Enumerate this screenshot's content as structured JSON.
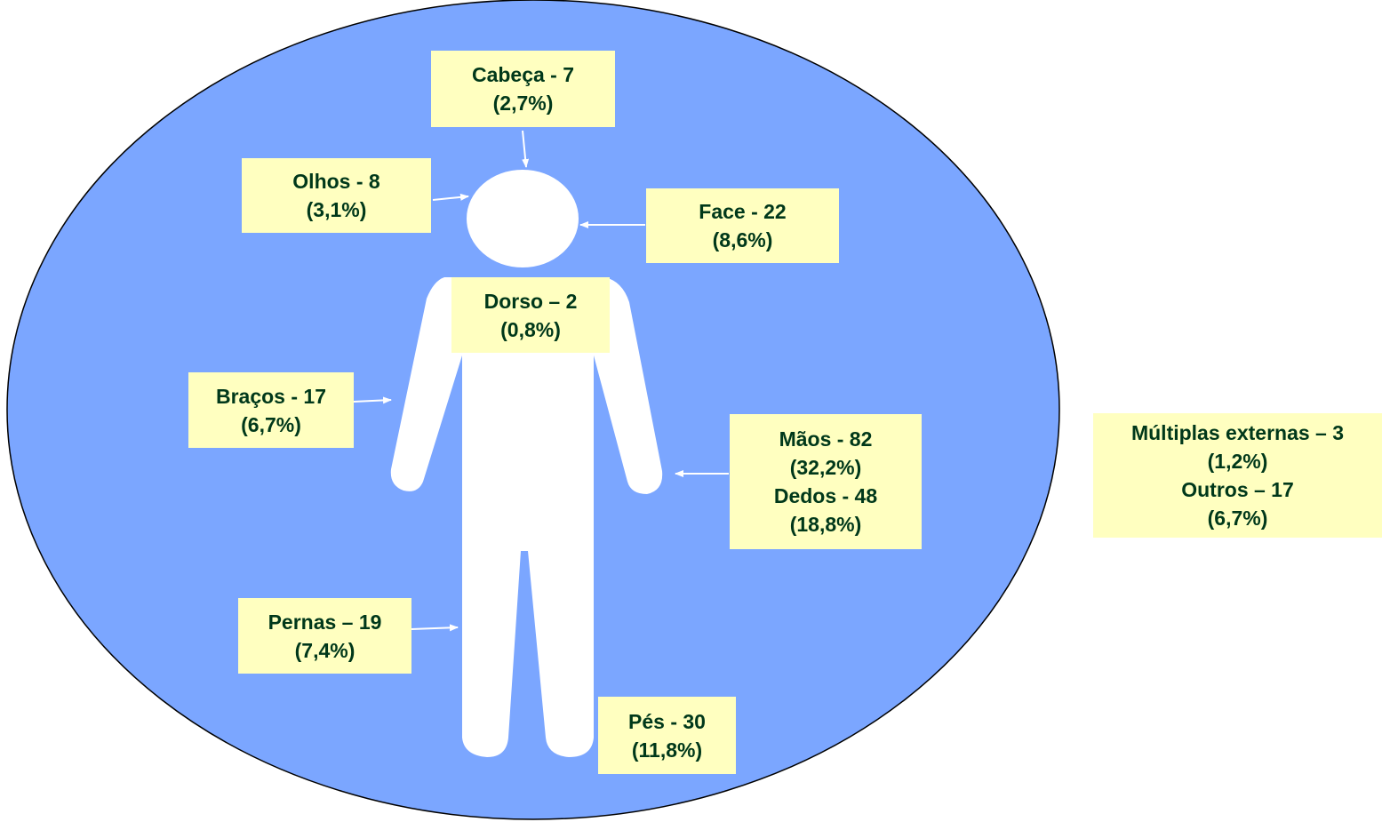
{
  "colors": {
    "ellipse": "#7BA6FF",
    "figure": "#FFFFFF",
    "label_bg": "#FFFFC0",
    "label_text": "#00381A",
    "arrow": "#FFFFFF"
  },
  "labels": {
    "cabeca": {
      "line1": "Cabeça - 7",
      "line2": "(2,7%)"
    },
    "olhos": {
      "line1": "Olhos - 8",
      "line2": "(3,1%)"
    },
    "face": {
      "line1": "Face - 22",
      "line2": "(8,6%)"
    },
    "dorso": {
      "line1": "Dorso – 2",
      "line2": "(0,8%)"
    },
    "bracos": {
      "line1": "Braços - 17",
      "line2": "(6,7%)"
    },
    "maos": {
      "line1": "Mãos - 82",
      "line2": "(32,2%)",
      "line3": "Dedos - 48",
      "line4": "(18,8%)"
    },
    "pernas": {
      "line1": "Pernas – 19",
      "line2": "(7,4%)"
    },
    "pes": {
      "line1": "Pés - 30",
      "line2": "(11,8%)"
    },
    "outros": {
      "line1": "Múltiplas externas – 3",
      "line2": "(1,2%)",
      "line3": "Outros – 17",
      "line4": "(6,7%)"
    }
  }
}
